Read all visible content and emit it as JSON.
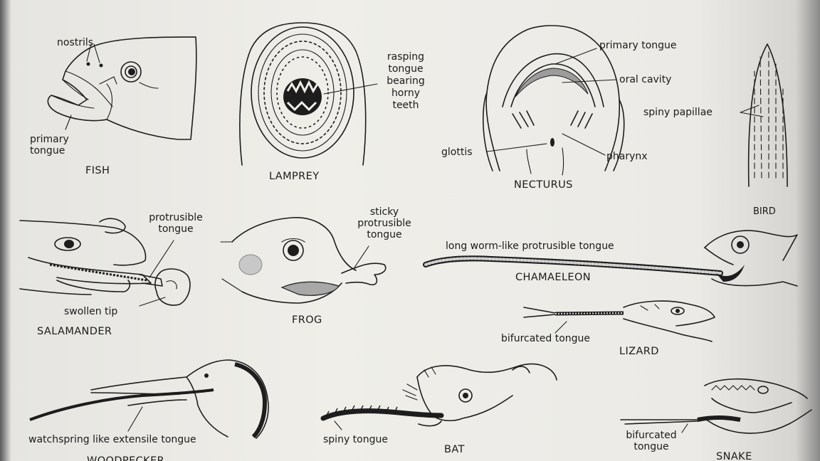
{
  "figures": [
    {
      "caption": "FISH",
      "labels": [
        "nostrils",
        "primary\ntongue"
      ]
    },
    {
      "caption": "LAMPREY",
      "labels": [
        "rasping\ntongue\nbearing\nhorny\nteeth"
      ]
    },
    {
      "caption": "NECTURUS",
      "labels": [
        "primary tongue",
        "oral cavity",
        "glottis",
        "pharynx"
      ]
    },
    {
      "caption": "BIRD",
      "labels": [
        "spiny papillae"
      ]
    },
    {
      "caption": "SALAMANDER",
      "labels": [
        "protrusible\ntongue",
        "swollen tip"
      ]
    },
    {
      "caption": "FROG",
      "labels": [
        "sticky\nprotrusible\ntongue"
      ]
    },
    {
      "caption": "CHAMAELEON",
      "labels": [
        "long worm-like protrusible tongue"
      ]
    },
    {
      "caption": "LIZARD",
      "labels": [
        "bifurcated tongue"
      ]
    },
    {
      "caption": "WOODPECKER",
      "labels": [
        "watchspring like extensile tongue"
      ]
    },
    {
      "caption": "BAT",
      "labels": [
        "spiny tongue"
      ]
    },
    {
      "caption": "SNAKE",
      "labels": [
        "bifurcated\ntongue"
      ]
    }
  ]
}
